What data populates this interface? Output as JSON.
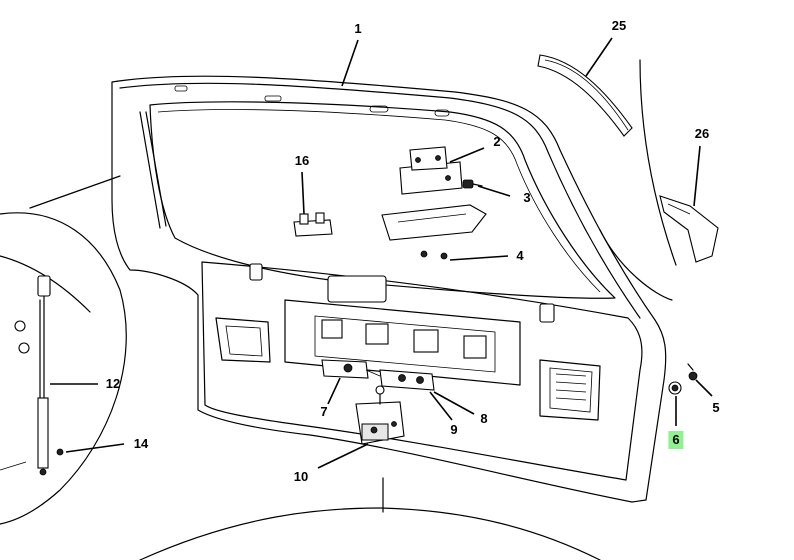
{
  "callouts": [
    {
      "id": "1",
      "text": "1",
      "highlight": false
    },
    {
      "id": "2",
      "text": "2",
      "highlight": false
    },
    {
      "id": "3",
      "text": "3",
      "highlight": false
    },
    {
      "id": "4",
      "text": "4",
      "highlight": false
    },
    {
      "id": "5",
      "text": "5",
      "highlight": false
    },
    {
      "id": "6",
      "text": "6",
      "highlight": true
    },
    {
      "id": "7",
      "text": "7",
      "highlight": false
    },
    {
      "id": "8",
      "text": "8",
      "highlight": false
    },
    {
      "id": "9",
      "text": "9",
      "highlight": false
    },
    {
      "id": "10",
      "text": "10",
      "highlight": false
    },
    {
      "id": "12",
      "text": "12",
      "highlight": false
    },
    {
      "id": "14",
      "text": "14",
      "highlight": false
    },
    {
      "id": "16",
      "text": "16",
      "highlight": false
    },
    {
      "id": "25",
      "text": "25",
      "highlight": false
    },
    {
      "id": "26",
      "text": "26",
      "highlight": false
    }
  ],
  "highlight_color": "#8ff28f"
}
